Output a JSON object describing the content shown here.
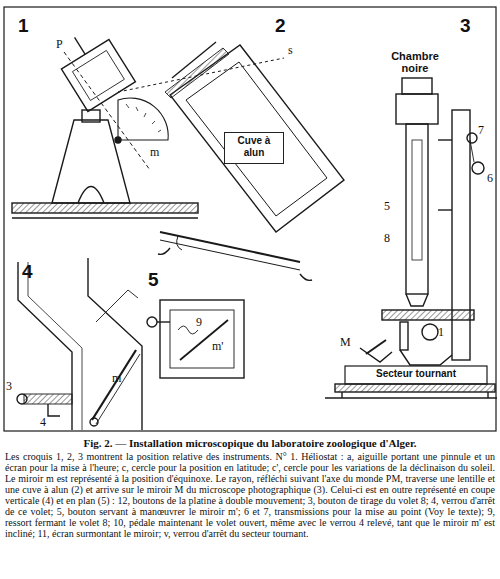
{
  "diagram": {
    "title": "Fig. 2. — Installation microscopique du laboratoire zoologique d'Alger.",
    "caption": "Les croquis 1, 2, 3 montrent la position relative des instruments. N° 1. Héliostat : a, aiguille portant une pinnule et un écran pour la mise à l'heure; c, cercle pour la position en latitude; c', cercle pour les variations de la déclinaison du soleil. Le miroir m est représenté à la position d'équinoxe. Le rayon, réfléchi suivant l'axe du monde PM, traverse une lentille et une cuve à alun (2) et arrive sur le miroir M du microscope photographique (3). Celui-ci est en outre représenté en coupe verticale (4) et en plan (5) : 12, boutons de la platine à double mouvement; 3, bouton de tirage du volet 8; 4, verrou d'arrêt de ce volet; 5, bouton servant à manœuvrer le miroir m'; 6 et 7, transmissions pour la mise au point (Voy le texte); 9, ressort fermant le volet 8; 10, pédale maintenant le volet ouvert, même avec le verrou 4 relevé, tant que le miroir m' est incliné; 11, écran surmontant le miroir; v, verrou d'arrêt du secteur tournant.",
    "nodes": [
      {
        "text": [
          "Cuve à alun"
        ]
      },
      {
        "text": [
          "Secteur tournant"
        ]
      }
    ],
    "labels": [
      "1",
      "P",
      "s",
      "m",
      "2",
      "3",
      "Chambre noire",
      "7",
      "6",
      "5",
      "8",
      "1",
      "M",
      "4",
      "3",
      "4",
      "m",
      "5",
      "9",
      "m'"
    ]
  }
}
